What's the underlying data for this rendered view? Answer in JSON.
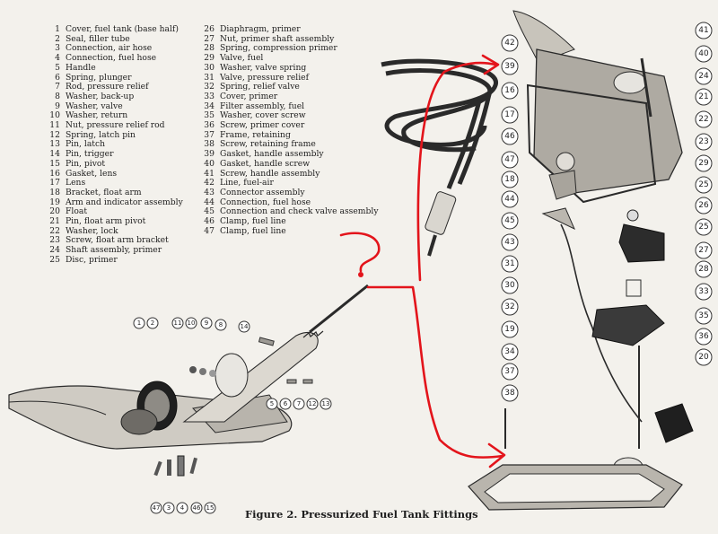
{
  "legend_col1": [
    {
      "num": "1",
      "label": "Cover, fuel tank (base half)"
    },
    {
      "num": "2",
      "label": "Seal, filler tube"
    },
    {
      "num": "3",
      "label": "Connection, air hose"
    },
    {
      "num": "4",
      "label": "Connection, fuel hose"
    },
    {
      "num": "5",
      "label": "Handle"
    },
    {
      "num": "6",
      "label": "Spring, plunger"
    },
    {
      "num": "7",
      "label": "Rod, pressure relief"
    },
    {
      "num": "8",
      "label": "Washer, back-up"
    },
    {
      "num": "9",
      "label": "Washer, valve"
    },
    {
      "num": "10",
      "label": "Washer, return"
    },
    {
      "num": "11",
      "label": "Nut, pressure relief rod"
    },
    {
      "num": "12",
      "label": "Spring, latch pin"
    },
    {
      "num": "13",
      "label": "Pin, latch"
    },
    {
      "num": "14",
      "label": "Pin, trigger"
    },
    {
      "num": "15",
      "label": "Pin, pivot"
    },
    {
      "num": "16",
      "label": "Gasket, lens"
    },
    {
      "num": "17",
      "label": "Lens"
    },
    {
      "num": "18",
      "label": "Bracket, float arm"
    },
    {
      "num": "19",
      "label": "Arm and indicator assembly"
    },
    {
      "num": "20",
      "label": "Float"
    },
    {
      "num": "21",
      "label": "Pin, float arm pivot"
    },
    {
      "num": "22",
      "label": "Washer, lock"
    },
    {
      "num": "23",
      "label": "Screw, float arm bracket"
    },
    {
      "num": "24",
      "label": "Shaft assembly, primer"
    },
    {
      "num": "25",
      "label": "Disc, primer"
    }
  ],
  "legend_col2": [
    {
      "num": "26",
      "label": "Diaphragm, primer"
    },
    {
      "num": "27",
      "label": "Nut, primer shaft assembly"
    },
    {
      "num": "28",
      "label": "Spring, compression primer"
    },
    {
      "num": "29",
      "label": "Valve, fuel"
    },
    {
      "num": "30",
      "label": "Washer, valve spring"
    },
    {
      "num": "31",
      "label": "Valve, pressure relief"
    },
    {
      "num": "32",
      "label": "Spring, relief valve"
    },
    {
      "num": "33",
      "label": "Cover, primer"
    },
    {
      "num": "34",
      "label": "Filter assembly, fuel"
    },
    {
      "num": "35",
      "label": "Washer, cover screw"
    },
    {
      "num": "36",
      "label": "Screw, primer cover"
    },
    {
      "num": "37",
      "label": "Frame, retaining"
    },
    {
      "num": "38",
      "label": "Screw, retaining frame"
    },
    {
      "num": "39",
      "label": "Gasket, handle assembly"
    },
    {
      "num": "40",
      "label": "Gasket, handle screw"
    },
    {
      "num": "41",
      "label": "Screw, handle assembly"
    },
    {
      "num": "42",
      "label": "Line, fuel-air"
    },
    {
      "num": "43",
      "label": "Connector assembly"
    },
    {
      "num": "44",
      "label": "Connection, fuel hose"
    },
    {
      "num": "45",
      "label": "Connection and check valve assembly"
    },
    {
      "num": "46",
      "label": "Clamp, fuel line"
    },
    {
      "num": "47",
      "label": "Clamp, fuel line"
    }
  ],
  "caption": "Figure 2.  Pressurized Fuel Tank Fittings",
  "callouts": {
    "bottom_left": [
      "1",
      "2",
      "11",
      "10",
      "9",
      "8",
      "14",
      "5",
      "6",
      "7",
      "12",
      "13",
      "47",
      "3",
      "4",
      "46",
      "15"
    ],
    "right_left": [
      "42",
      "39",
      "16",
      "17",
      "46",
      "47",
      "18",
      "44",
      "45",
      "43",
      "31",
      "30",
      "32",
      "19",
      "34",
      "37",
      "38"
    ],
    "right_right": [
      "41",
      "40",
      "24",
      "21",
      "22",
      "23",
      "29",
      "25",
      "26",
      "25",
      "27",
      "28",
      "33",
      "35",
      "36",
      "20"
    ]
  },
  "annotation": {
    "question_mark": "?"
  }
}
